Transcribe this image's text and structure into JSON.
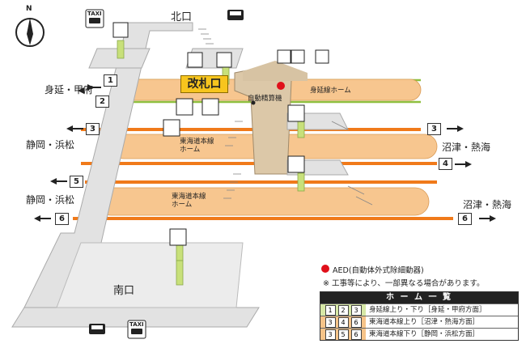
{
  "labels": {
    "north_exit": "北口",
    "south_exit": "南口",
    "ticket_gate": "改札口",
    "fare_adjust": "自動精算機",
    "minobu_platform": "身延線ホーム",
    "tokaido_platform_upper": "東海道本線\nホーム",
    "tokaido_platform_lower": "東海道本線\nホーム",
    "compass_n": "N"
  },
  "destinations": {
    "minobu_kofu": "身延・甲府",
    "shizuoka_hamamatsu_1": "静岡・浜松",
    "shizuoka_hamamatsu_2": "静岡・浜松",
    "numazu_atami_1": "沼津・熱海",
    "numazu_atami_2": "沼津・熱海"
  },
  "tracks": {
    "t1": "1",
    "t2": "2",
    "t3_left": "3",
    "t3_right": "3",
    "t4": "4",
    "t5": "5",
    "t6_left": "6",
    "t6_right": "6"
  },
  "icons": {
    "taxi_top": "TAXI",
    "taxi_bottom": "TAXI"
  },
  "notes": {
    "aed": "AED(自動体外式除細動器)",
    "construction": "※ 工事等により、一部異なる場合があります。"
  },
  "legend": {
    "title": "ホ ー ム 一 覧",
    "rows": [
      {
        "nums": [
          "1",
          "2",
          "3"
        ],
        "text": "身延線上り・下り［身延・甲府方面］",
        "style": "green"
      },
      {
        "nums": [
          "3",
          "4",
          "6"
        ],
        "text": "東海道本線上り［沼津・熱海方面］",
        "style": "orange"
      },
      {
        "nums": [
          "3",
          "5",
          "6"
        ],
        "text": "東海道本線下り［静岡・浜松方面］",
        "style": "orange"
      }
    ]
  },
  "colors": {
    "minobu_track": "#8fbf3f",
    "tokaido_track": "#f07a1a",
    "platform": "#f7c68f",
    "concourse": "#e0e0e0",
    "gate": "#f7c51e",
    "aed_dot": "#e0101a"
  }
}
